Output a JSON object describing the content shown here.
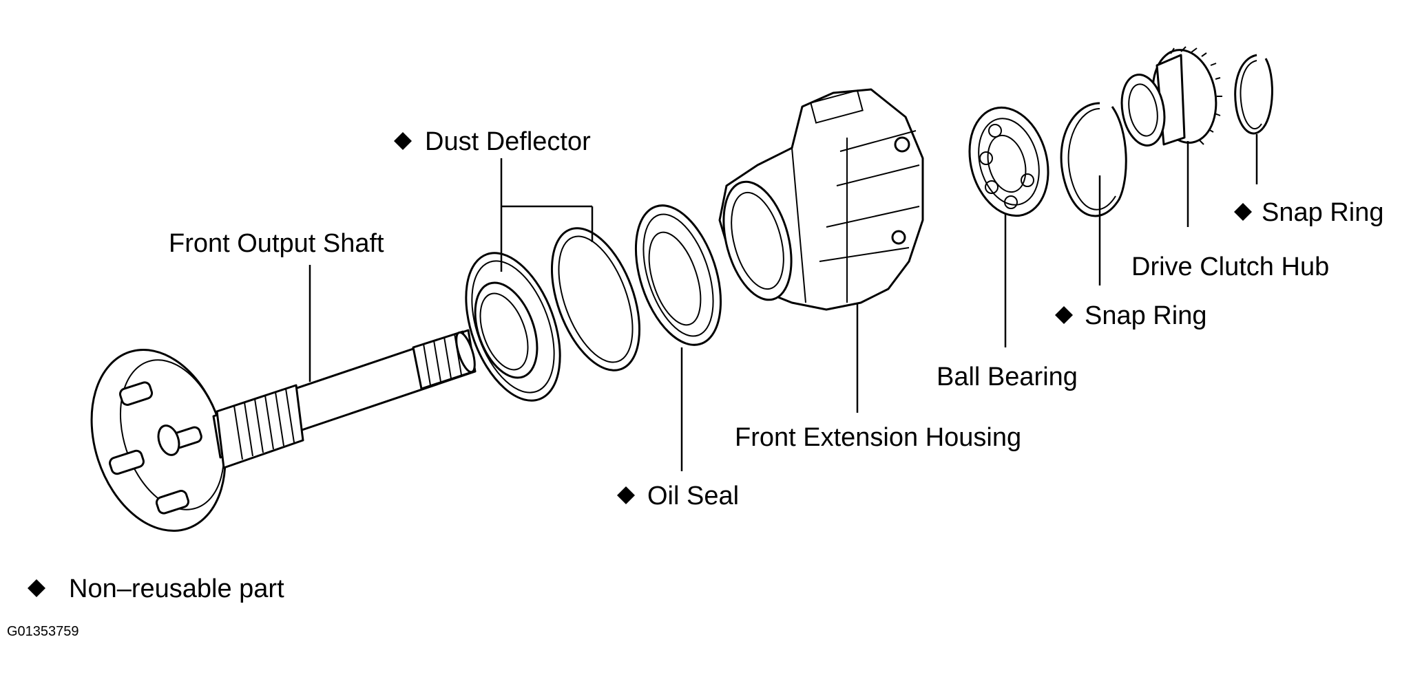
{
  "labels": {
    "dust_deflector": "Dust Deflector",
    "front_output_shaft": "Front Output Shaft",
    "oil_seal": "Oil Seal",
    "front_extension_housing": "Front Extension Housing",
    "ball_bearing": "Ball Bearing",
    "snap_ring_inner": "Snap Ring",
    "drive_clutch_hub": "Drive Clutch Hub",
    "snap_ring_outer": "Snap Ring"
  },
  "legend": {
    "marker": "◆",
    "text": "Non–reusable part"
  },
  "figure_code": "G01353759",
  "icons": {
    "non_reusable_marker": "diamond-icon"
  },
  "colors": {
    "ink": "#000000",
    "background": "#ffffff"
  }
}
